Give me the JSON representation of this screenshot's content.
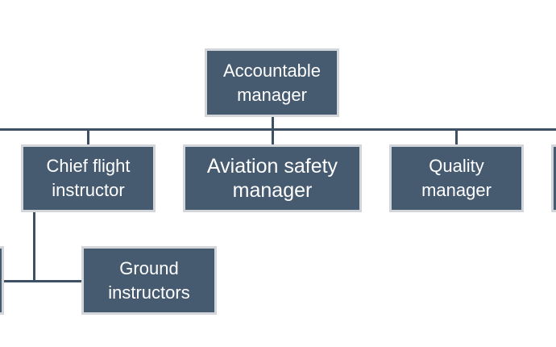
{
  "org_chart": {
    "nodes": {
      "accountable_manager": "Accountable\nmanager",
      "chief_flight_instructor": "Chief flight\ninstructor",
      "aviation_safety_manager": "Aviation safety\nmanager",
      "quality_manager": "Quality\nmanager",
      "ground_instructors": "Ground\ninstructors"
    },
    "colors": {
      "box_fill": "#465a70",
      "box_border": "#d2d6db",
      "connector": "#3e5064",
      "text": "#ffffff"
    }
  }
}
